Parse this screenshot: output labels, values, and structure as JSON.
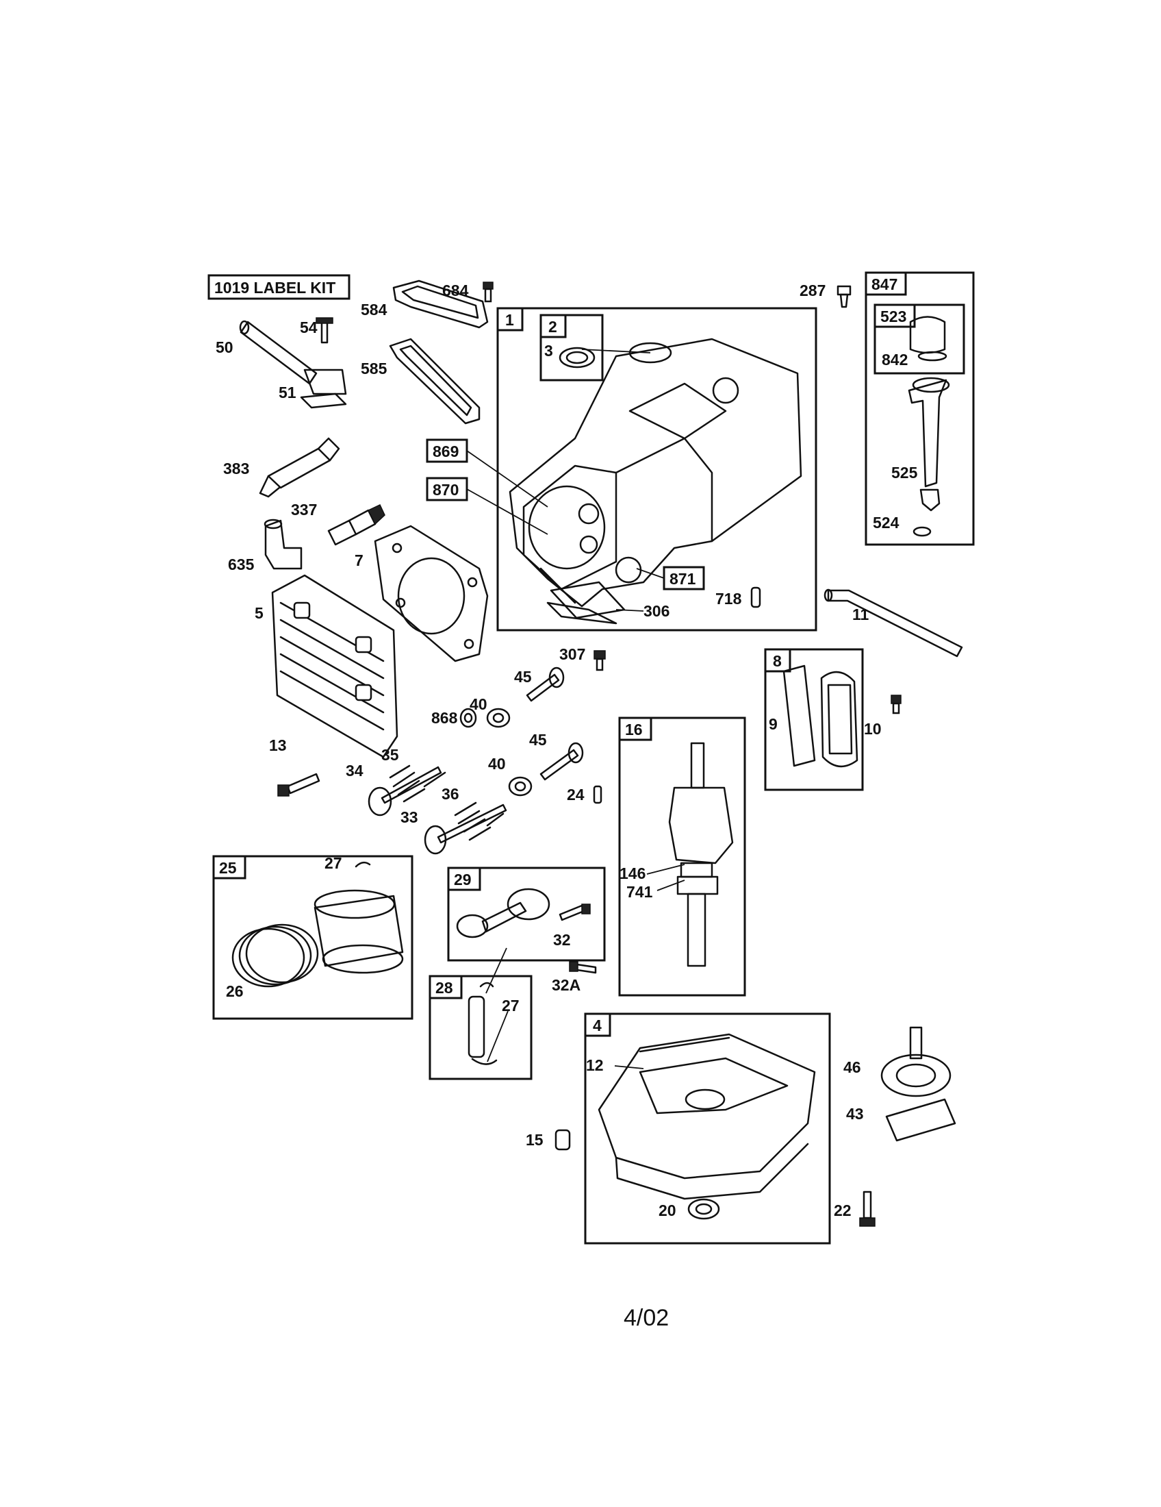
{
  "kits": {
    "label_kit": "1019 LABEL KIT",
    "box_1": "1",
    "box_2": "2",
    "box_847": "847",
    "box_523": "523",
    "box_869": "869",
    "box_870": "870",
    "box_871": "871",
    "box_8": "8",
    "box_16": "16",
    "box_25": "25",
    "box_29": "29",
    "box_28": "28",
    "box_4": "4"
  },
  "parts": {
    "p684": "684",
    "p584": "584",
    "p585": "585",
    "p54": "54",
    "p50": "50",
    "p51": "51",
    "p383": "383",
    "p337": "337",
    "p635": "635",
    "p7": "7",
    "p5": "5",
    "p13": "13",
    "p3": "3",
    "p306": "306",
    "p718": "718",
    "p287": "287",
    "p842": "842",
    "p525": "525",
    "p524": "524",
    "p11": "11",
    "p307": "307",
    "p45a": "45",
    "p45b": "45",
    "p40a": "40",
    "p40b": "40",
    "p868": "868",
    "p35": "35",
    "p34": "34",
    "p36": "36",
    "p33": "33",
    "p24": "24",
    "p9": "9",
    "p10": "10",
    "p146": "146",
    "p741": "741",
    "p27a": "27",
    "p26": "26",
    "p32": "32",
    "p32a": "32A",
    "p27b": "27",
    "p12": "12",
    "p15": "15",
    "p20": "20",
    "p46": "46",
    "p43": "43",
    "p22": "22"
  },
  "footer": {
    "date": "4/02"
  }
}
